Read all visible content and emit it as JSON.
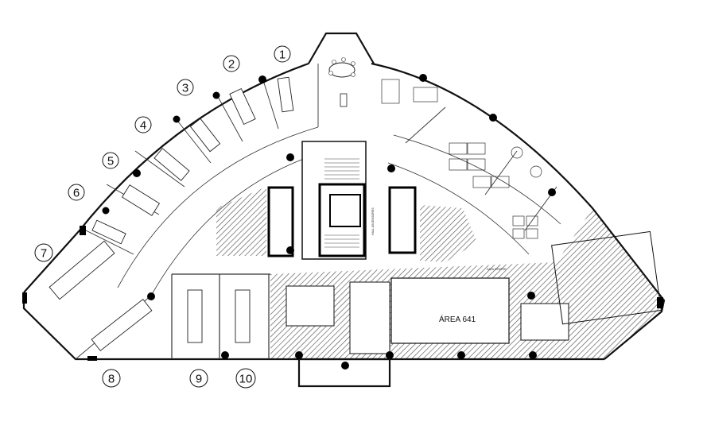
{
  "room_numbers": [
    "1",
    "2",
    "3",
    "4",
    "5",
    "6",
    "7",
    "8",
    "9",
    "10"
  ],
  "labels": {
    "hall_ascensores": "HALL ASCENSORES",
    "area_641": "ÁREA 641",
    "data_center": "DATA CENTER"
  },
  "colors": {
    "line": "#111111",
    "hatch": "#555555",
    "background": "#ffffff"
  }
}
